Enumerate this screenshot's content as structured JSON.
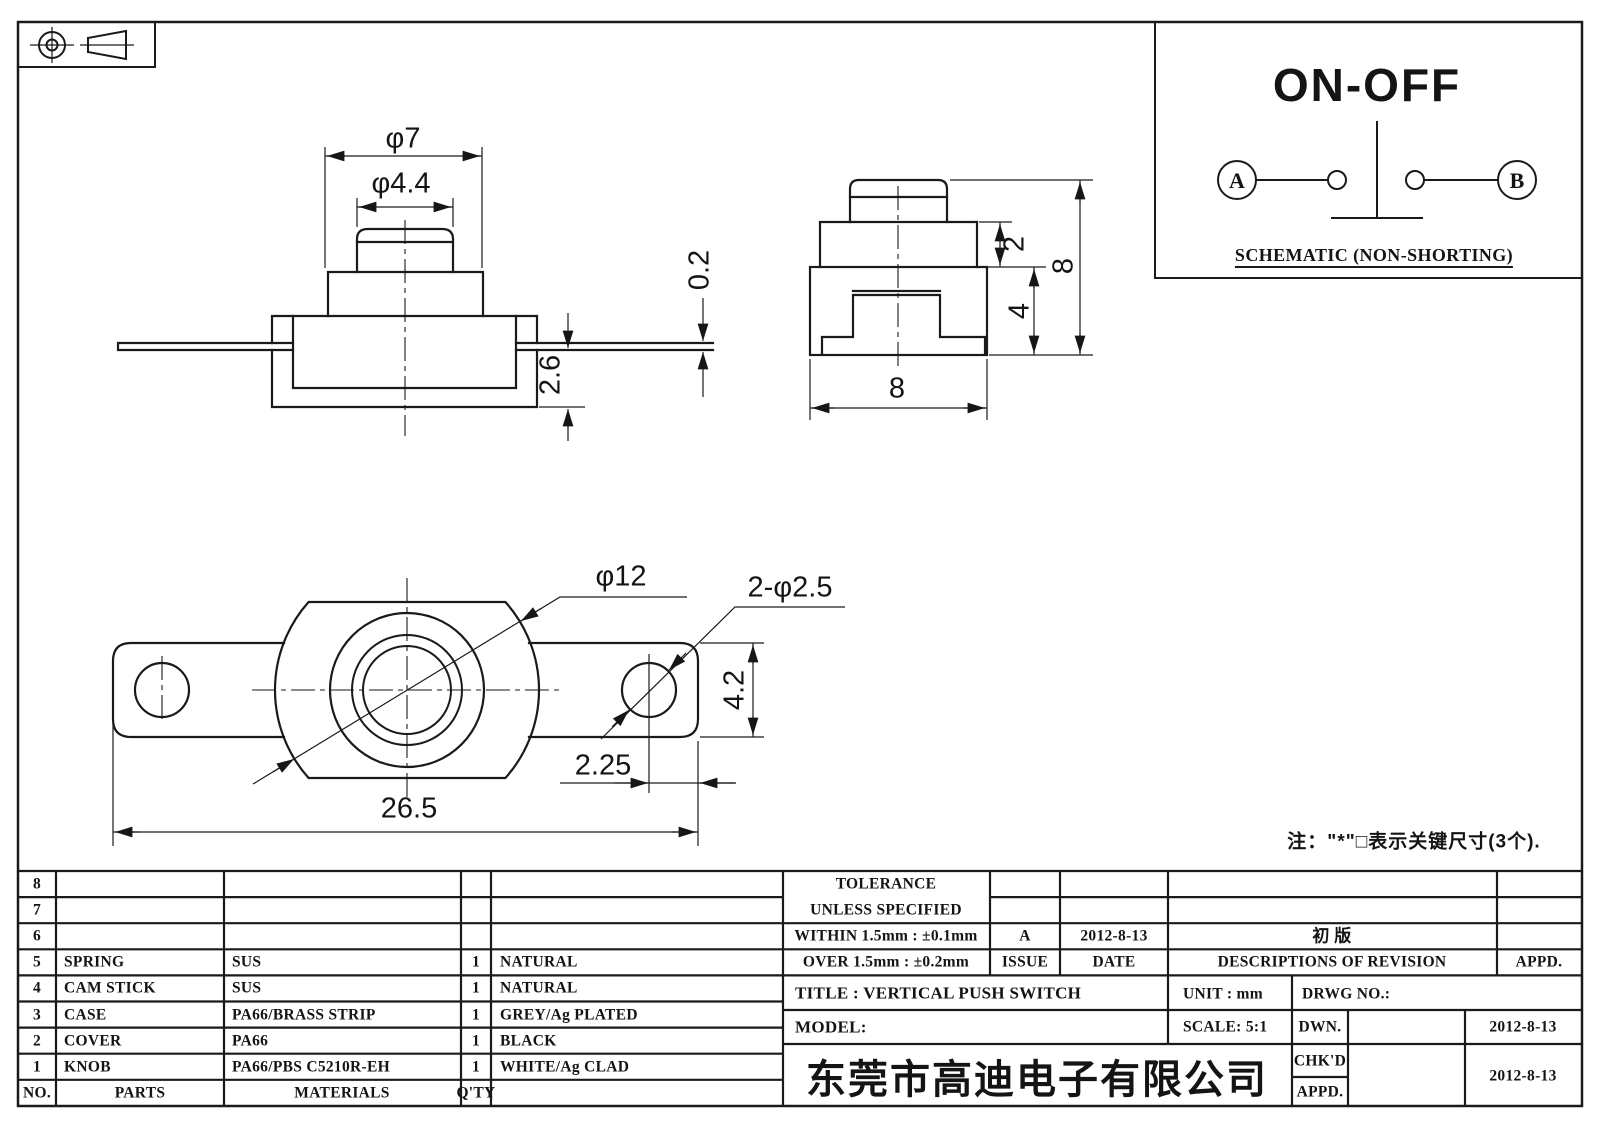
{
  "schematic": {
    "title": "ON-OFF",
    "terminal_a": "A",
    "terminal_b": "B",
    "caption": "SCHEMATIC (NON-SHORTING)"
  },
  "note": "注：\"*\"□表示关键尺寸(3个).",
  "dimensions": {
    "front": {
      "outer_dia": "φ7",
      "knob_dia": "φ4.4",
      "terminal_thickness": "0.2",
      "base_height": "2.6"
    },
    "side": {
      "step_height": "2",
      "body_height": "4",
      "total_height": "8",
      "body_width": "8"
    },
    "bottom": {
      "body_dia": "φ12",
      "mount_holes": "2-φ2.5",
      "tab_width": "4.2",
      "hole_offset": "2.25",
      "total_length": "26.5"
    }
  },
  "parts_table": {
    "headers": {
      "no": "NO.",
      "parts": "PARTS",
      "materials": "MATERIALS",
      "qty": "Q'TY"
    },
    "rows": [
      {
        "no": "8",
        "part": "",
        "material": "",
        "qty": "",
        "color": ""
      },
      {
        "no": "7",
        "part": "",
        "material": "",
        "qty": "",
        "color": ""
      },
      {
        "no": "6",
        "part": "",
        "material": "",
        "qty": "",
        "color": ""
      },
      {
        "no": "5",
        "part": "SPRING",
        "material": "SUS",
        "qty": "1",
        "color": "NATURAL"
      },
      {
        "no": "4",
        "part": "CAM STICK",
        "material": "SUS",
        "qty": "1",
        "color": "NATURAL"
      },
      {
        "no": "3",
        "part": "CASE",
        "material": "PA66/BRASS STRIP",
        "qty": "1",
        "color": "GREY/Ag PLATED"
      },
      {
        "no": "2",
        "part": "COVER",
        "material": "PA66",
        "qty": "1",
        "color": "BLACK"
      },
      {
        "no": "1",
        "part": "KNOB",
        "material": "PA66/PBS C5210R-EH",
        "qty": "1",
        "color": "WHITE/Ag CLAD"
      }
    ]
  },
  "title_block": {
    "tolerance_title": "TOLERANCE",
    "tolerance_subtitle": "UNLESS  SPECIFIED",
    "tolerance_within": "WITHIN 1.5mm : ±0.1mm",
    "tolerance_over": "OVER 1.5mm : ±0.2mm",
    "issue_value": "A",
    "issue_label": "ISSUE",
    "date_value": "2012-8-13",
    "date_label": "DATE",
    "revision_description": "初  版",
    "revision_header": "DESCRIPTIONS OF REVISION",
    "revision_appd_header": "APPD.",
    "title": "TITLE :  VERTICAL PUSH SWITCH",
    "unit": "UNIT :  mm",
    "drwg_no": "DRWG NO.:",
    "model": "MODEL:",
    "scale": "SCALE:  5:1",
    "dwn_label": "DWN.",
    "chkd_label": "CHK'D",
    "appd_label": "APPD.",
    "dwn_date": "2012-8-13",
    "chkd_date": "2012-8-13",
    "company": "东莞市高迪电子有限公司"
  }
}
